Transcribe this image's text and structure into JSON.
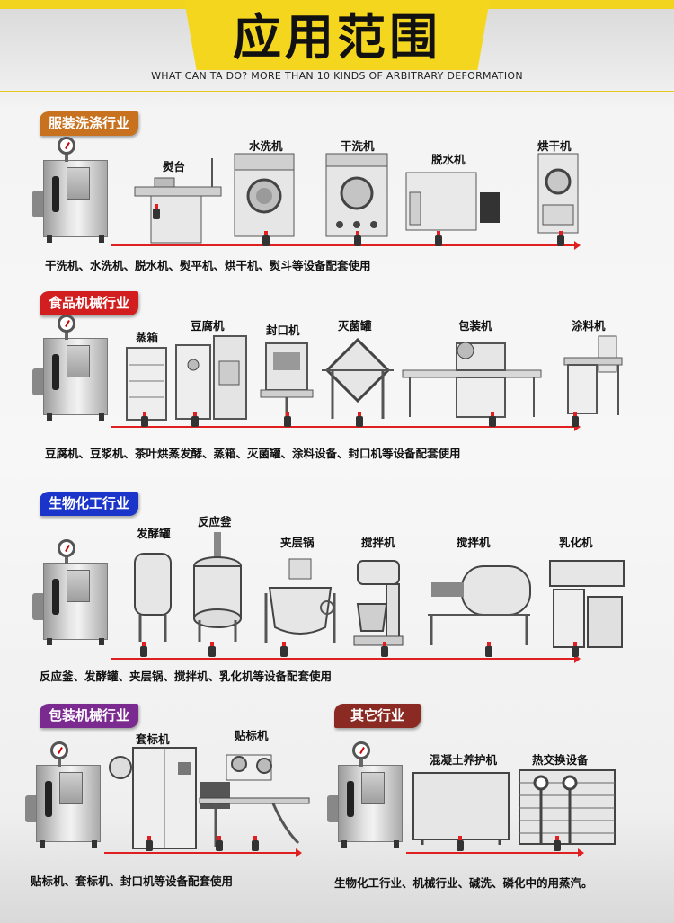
{
  "header": {
    "title": "应用范围",
    "subtitle": "WHAT CAN TA DO? MORE THAN 10 KINDS OF ARBITRARY DEFORMATION"
  },
  "sections": {
    "garment": {
      "badge": "服装洗涤行业",
      "color": "#c8711e",
      "machines": [
        "熨台",
        "水洗机",
        "干洗机",
        "脱水机",
        "烘干机"
      ],
      "caption": "干洗机、水洗机、脱水机、熨平机、烘干机、熨斗等设备配套使用"
    },
    "food": {
      "badge": "食品机械行业",
      "color": "#d21e1e",
      "machines": [
        "蒸箱",
        "豆腐机",
        "封口机",
        "灭菌罐",
        "包装机",
        "涂料机"
      ],
      "caption": "豆腐机、豆浆机、茶叶烘蒸发酵、蒸箱、灭菌罐、涂料设备、封口机等设备配套使用"
    },
    "biochem": {
      "badge": "生物化工行业",
      "color": "#1b34c9",
      "machines": [
        "发酵罐",
        "反应釜",
        "夹层锅",
        "搅拌机",
        "搅拌机",
        "乳化机"
      ],
      "caption": "反应釜、发酵罐、夹层锅、搅拌机、乳化机等设备配套使用"
    },
    "packaging": {
      "badge": "包装机械行业",
      "color": "#7b2a8f",
      "machines": [
        "套标机",
        "贴标机"
      ],
      "caption": "贴标机、套标机、封口机等设备配套使用"
    },
    "other": {
      "badge": "其它行业",
      "color": "#8a2a22",
      "machines": [
        "混凝土养护机",
        "热交换设备"
      ],
      "caption": "生物化工行业、机械行业、碱洗、磷化中的用蒸汽。"
    }
  }
}
